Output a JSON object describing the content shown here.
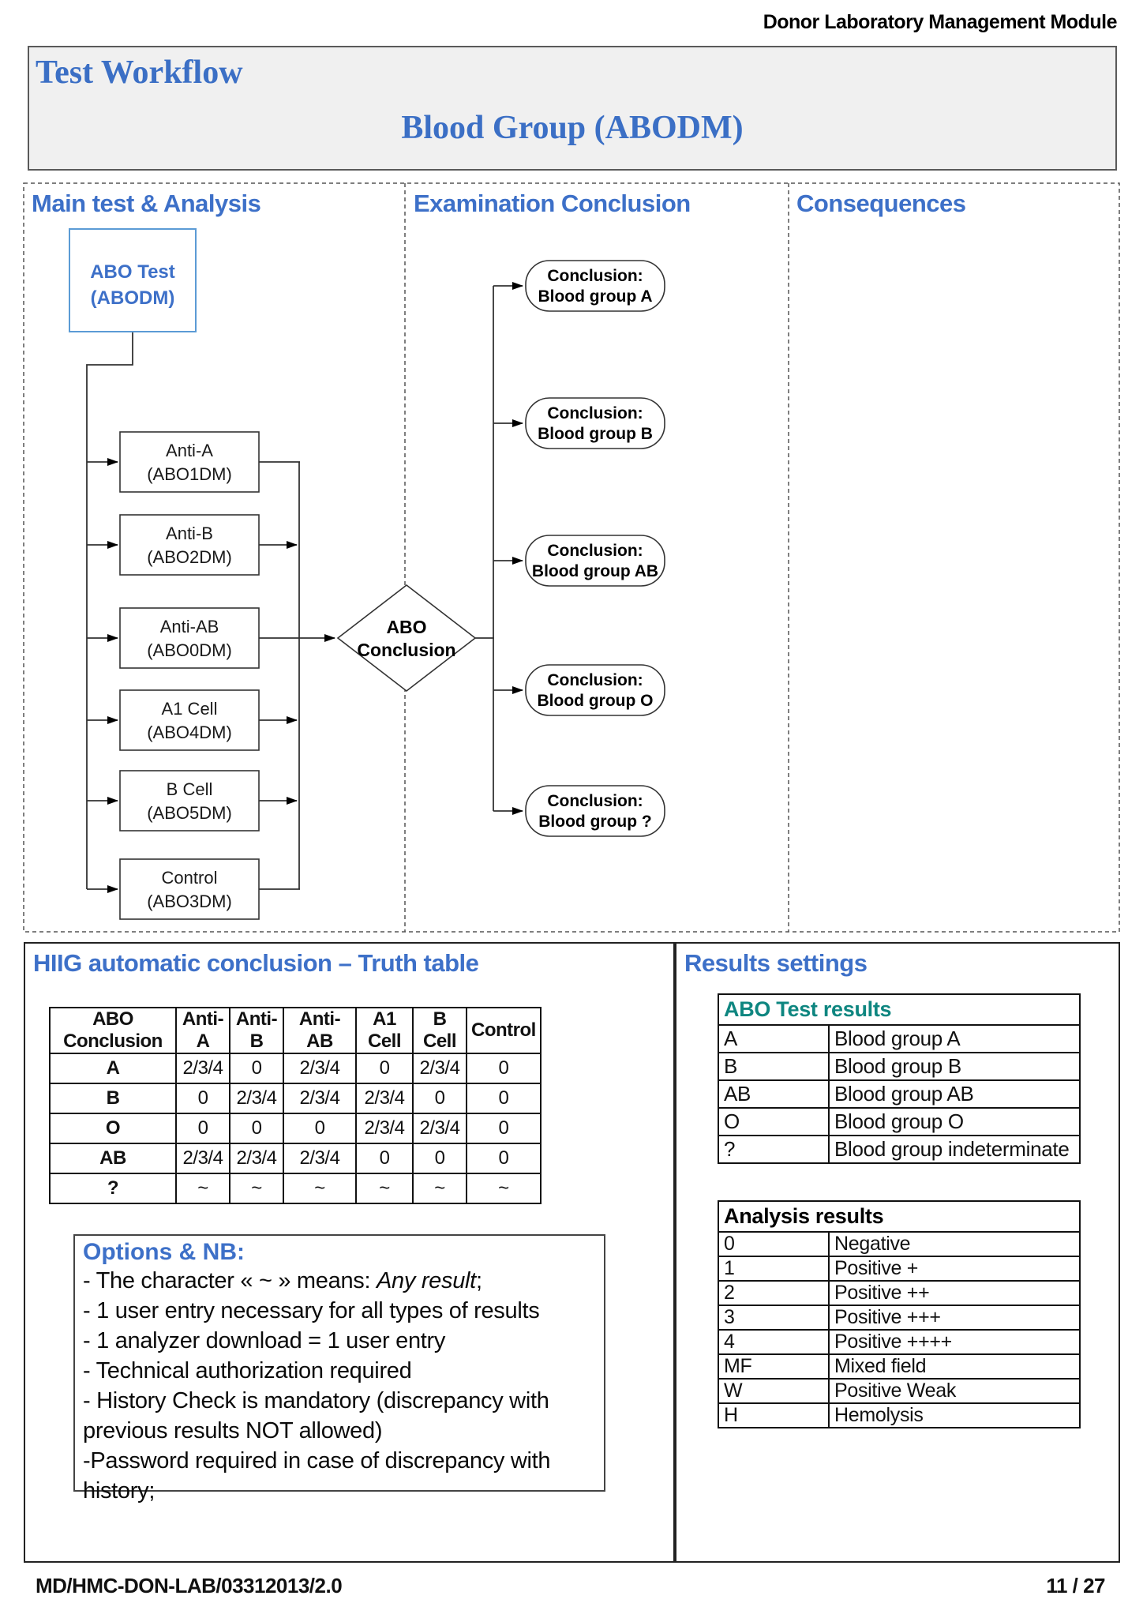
{
  "page": {
    "top_right_header": "Donor Laboratory Management Module",
    "footer_left": "MD/HMC-DON-LAB/03312013/2.0",
    "footer_right": "11 / 27"
  },
  "banner": {
    "title": "Test Workflow",
    "subtitle": "Blood Group (ABODM)"
  },
  "colors": {
    "accent_blue": "#3d70c8",
    "serif_blue": "#3b6fc5",
    "teal_header": "#0e8680",
    "abo_box_border": "#5b9bd5",
    "banner_bg": "#f0f0f0",
    "line_color": "#333333"
  },
  "flowchart": {
    "columns": [
      "Main test & Analysis",
      "Examination Conclusion",
      "Consequences"
    ],
    "root": {
      "line1": "ABO Test",
      "line2": "(ABODM)"
    },
    "tests": [
      {
        "line1": "Anti-A",
        "line2": "(ABO1DM)"
      },
      {
        "line1": "Anti-B",
        "line2": "(ABO2DM)"
      },
      {
        "line1": "Anti-AB",
        "line2": "(ABO0DM)"
      },
      {
        "line1": "A1 Cell",
        "line2": "(ABO4DM)"
      },
      {
        "line1": "B Cell",
        "line2": "(ABO5DM)"
      },
      {
        "line1": "Control",
        "line2": "(ABO3DM)"
      }
    ],
    "decision": {
      "line1": "ABO",
      "line2": "Conclusion"
    },
    "conclusions": [
      {
        "line1": "Conclusion:",
        "line2": "Blood group A"
      },
      {
        "line1": "Conclusion:",
        "line2": "Blood group B"
      },
      {
        "line1": "Conclusion:",
        "line2": "Blood group AB"
      },
      {
        "line1": "Conclusion:",
        "line2": "Blood group O"
      },
      {
        "line1": "Conclusion:",
        "line2": "Blood group ?"
      }
    ]
  },
  "truth_section": {
    "title": "HIIG automatic conclusion – Truth table",
    "table": {
      "headers": [
        "ABO Conclusion",
        "Anti-A",
        "Anti-B",
        "Anti-AB",
        "A1 Cell",
        "B Cell",
        "Control"
      ],
      "rows": [
        {
          "label": "A",
          "values": [
            "2/3/4",
            "0",
            "2/3/4",
            "0",
            "2/3/4",
            "0"
          ]
        },
        {
          "label": "B",
          "values": [
            "0",
            "2/3/4",
            "2/3/4",
            "2/3/4",
            "0",
            "0"
          ]
        },
        {
          "label": "O",
          "values": [
            "0",
            "0",
            "0",
            "2/3/4",
            "2/3/4",
            "0"
          ]
        },
        {
          "label": "AB",
          "values": [
            "2/3/4",
            "2/3/4",
            "2/3/4",
            "0",
            "0",
            "0"
          ]
        },
        {
          "label": "?",
          "values": [
            "~",
            "~",
            "~",
            "~",
            "~",
            "~"
          ]
        }
      ]
    },
    "options": {
      "title": "Options & NB:",
      "line1_prefix": "- The character « ~ » means: ",
      "line1_italic": "Any result",
      "line1_suffix": ";",
      "items": [
        "- 1 user entry necessary for all types of results",
        "- 1 analyzer download = 1 user entry",
        "- Technical authorization required",
        "- History Check is mandatory (discrepancy with previous results NOT allowed)",
        "-Password required in case of discrepancy with history;"
      ]
    }
  },
  "results_section": {
    "title": "Results settings",
    "abo_table": {
      "header": "ABO Test results",
      "rows": [
        [
          "A",
          "Blood group A"
        ],
        [
          "B",
          "Blood group B"
        ],
        [
          "AB",
          "Blood group AB"
        ],
        [
          "O",
          "Blood group O"
        ],
        [
          "?",
          "Blood group indeterminate"
        ]
      ]
    },
    "analysis_table": {
      "header": "Analysis results",
      "rows": [
        [
          "0",
          "Negative"
        ],
        [
          "1",
          "Positive +"
        ],
        [
          "2",
          "Positive ++"
        ],
        [
          "3",
          "Positive +++"
        ],
        [
          "4",
          "Positive ++++"
        ],
        [
          "MF",
          "Mixed field"
        ],
        [
          "W",
          "Positive Weak"
        ],
        [
          "H",
          "Hemolysis"
        ]
      ]
    }
  }
}
